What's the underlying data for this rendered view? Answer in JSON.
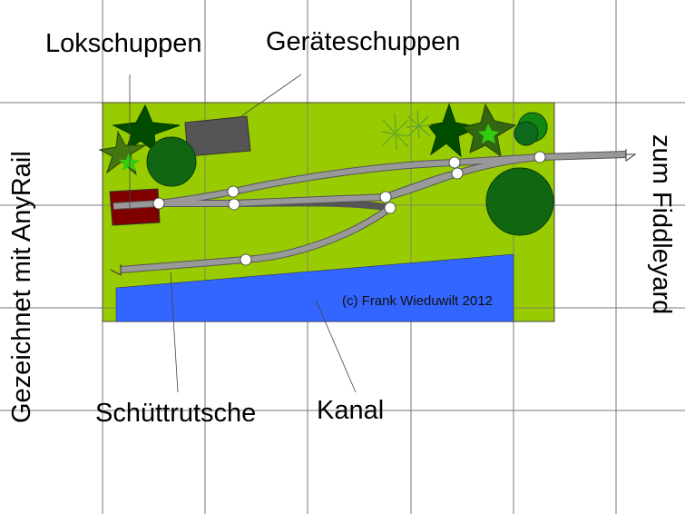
{
  "labels": {
    "lokschuppen": "Lokschuppen",
    "geraeteschuppen": "Geräteschuppen",
    "schuettrutsche": "Schüttrutsche",
    "kanal": "Kanal",
    "left_vertical": "Gezeichnet mit AnyRail",
    "right_vertical": "zum Fiddleyard",
    "copyright": "(c) Frank Wieduwilt 2012"
  },
  "colors": {
    "baseboard": "#99cc00",
    "water": "#3366ff",
    "track": "#999999",
    "shed": "#800000",
    "tool_shed": "#555555",
    "tree": "#116611",
    "grid": "#777777"
  }
}
